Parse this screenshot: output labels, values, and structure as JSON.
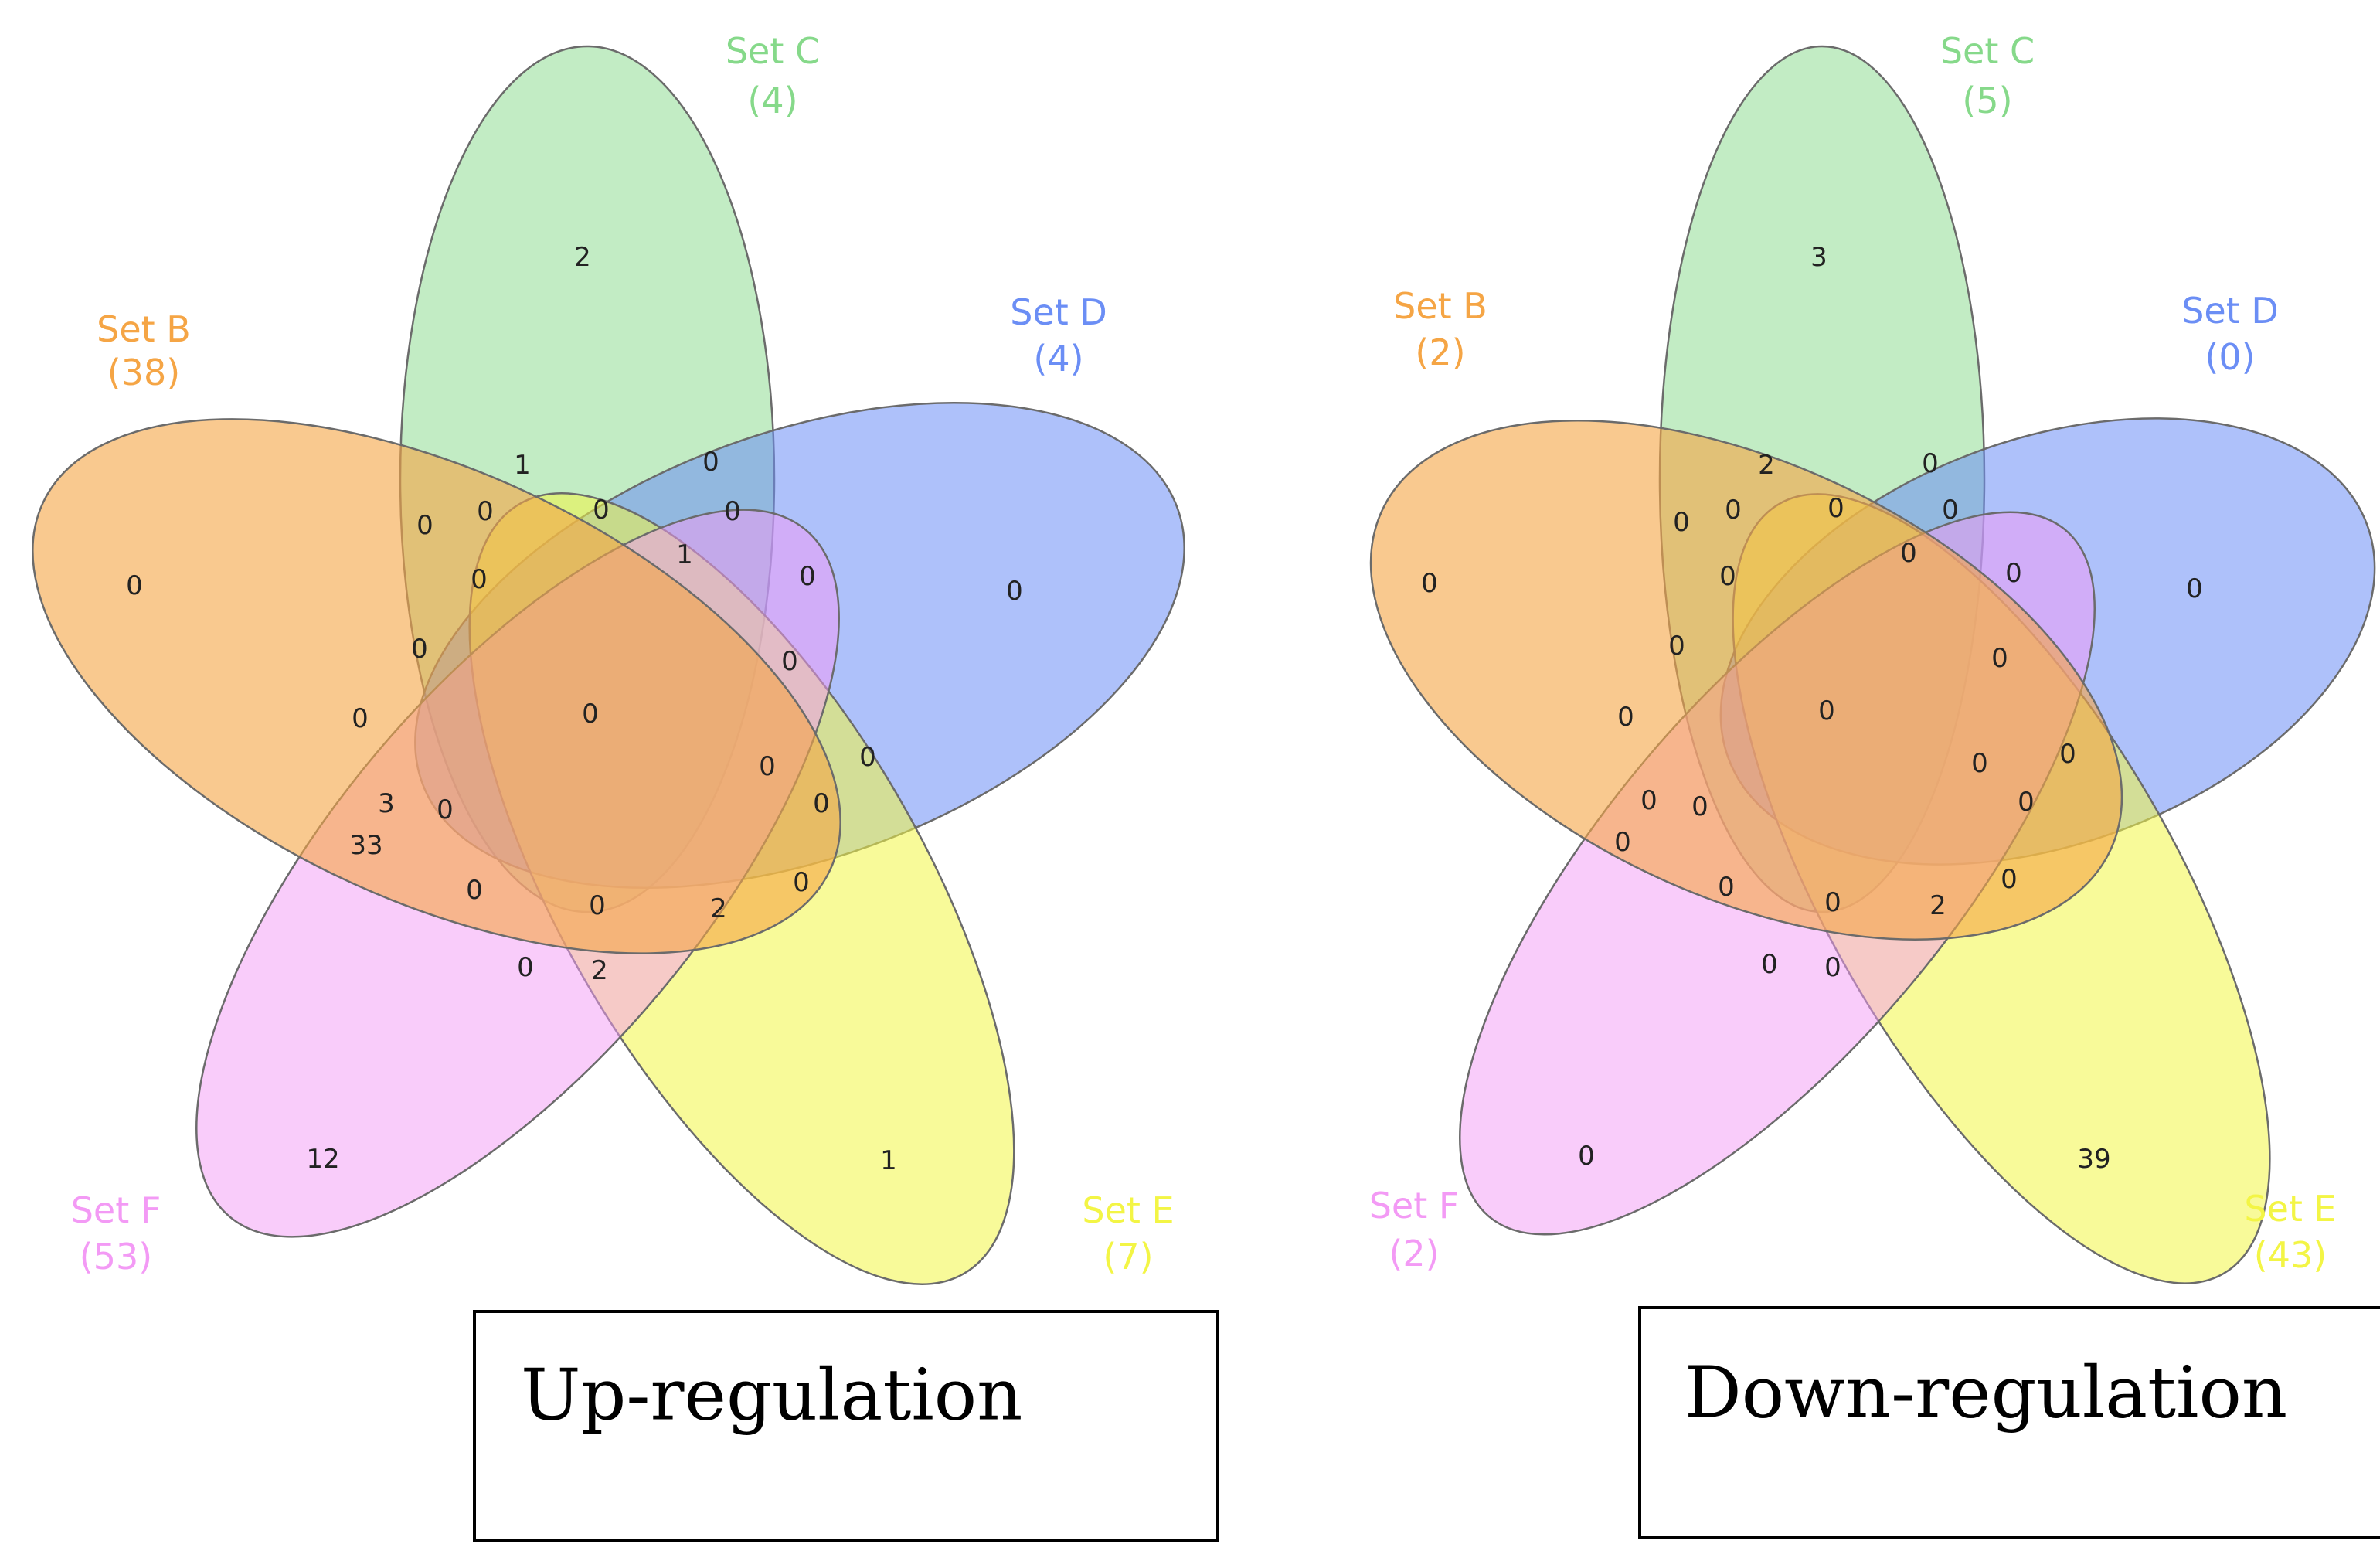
{
  "colors": {
    "B": "#f5a545",
    "C": "#86d98a",
    "D": "#6b8ef5",
    "E": "#f3f545",
    "F": "#f39af5"
  },
  "panels": [
    {
      "caption": "Up-regulation",
      "sets": {
        "C": {
          "name": "Set C",
          "count": "(4)"
        },
        "B": {
          "name": "Set B",
          "count": "(38)"
        },
        "D": {
          "name": "Set D",
          "count": "(4)"
        },
        "F": {
          "name": "Set F",
          "count": "(53)"
        },
        "E": {
          "name": "Set E",
          "count": "(7)"
        }
      },
      "regions": [
        "2",
        "0",
        "0",
        "12",
        "1",
        "1",
        "0",
        "0",
        "0",
        "0",
        "0",
        "1",
        "0",
        "0",
        "0",
        "0",
        "0",
        "0",
        "0",
        "0",
        "0",
        "3",
        "0",
        "33",
        "0",
        "0",
        "2",
        "0",
        "0",
        "2"
      ]
    },
    {
      "caption": "Down-regulation",
      "sets": {
        "C": {
          "name": "Set C",
          "count": "(5)"
        },
        "B": {
          "name": "Set B",
          "count": "(2)"
        },
        "D": {
          "name": "Set D",
          "count": "(0)"
        },
        "F": {
          "name": "Set F",
          "count": "(2)"
        },
        "E": {
          "name": "Set E",
          "count": "(43)"
        }
      },
      "regions": [
        "3",
        "0",
        "0",
        "0",
        "39",
        "2",
        "0",
        "0",
        "0",
        "0",
        "0",
        "0",
        "0",
        "0",
        "0",
        "0",
        "0",
        "0",
        "0",
        "0",
        "0",
        "0",
        "0",
        "0",
        "0",
        "0",
        "2",
        "0",
        "0",
        "0"
      ]
    }
  ]
}
